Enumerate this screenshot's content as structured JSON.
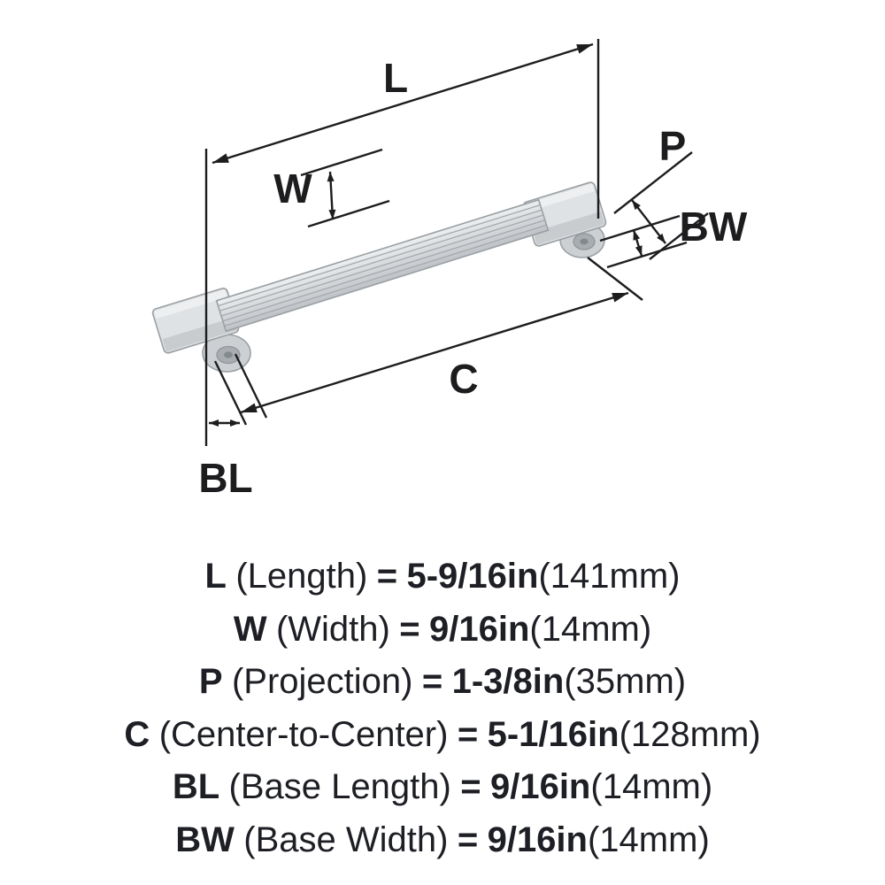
{
  "diagram": {
    "dim_labels": {
      "length": "L",
      "width": "W",
      "projection": "P",
      "base_width": "BW",
      "center_to_center": "C",
      "base_length": "BL"
    }
  },
  "specs": {
    "rows": [
      {
        "abbr": "L",
        "name": "(Length)",
        "sep": "=",
        "value": "5-9/16in",
        "metric": "(141mm)"
      },
      {
        "abbr": "W",
        "name": "(Width)",
        "sep": "=",
        "value": "9/16in",
        "metric": "(14mm)"
      },
      {
        "abbr": "P",
        "name": "(Projection)",
        "sep": "=",
        "value": "1-3/8in",
        "metric": "(35mm)"
      },
      {
        "abbr": "C",
        "name": "(Center-to-Center)",
        "sep": "=",
        "value": "5-1/16in",
        "metric": "(128mm)"
      },
      {
        "abbr": "BL",
        "name": "(Base Length)",
        "sep": "=",
        "value": "9/16in",
        "metric": "(14mm)"
      },
      {
        "abbr": "BW",
        "name": "(Base Width)",
        "sep": "=",
        "value": "9/16in",
        "metric": "(14mm)"
      }
    ]
  },
  "colors": {
    "line": "#1d1d1f",
    "text": "#1d1f24",
    "handle_light": "#eff1f2",
    "handle_mid": "#d9dcde",
    "handle_dark": "#bfc3c7",
    "background": "#ffffff"
  }
}
